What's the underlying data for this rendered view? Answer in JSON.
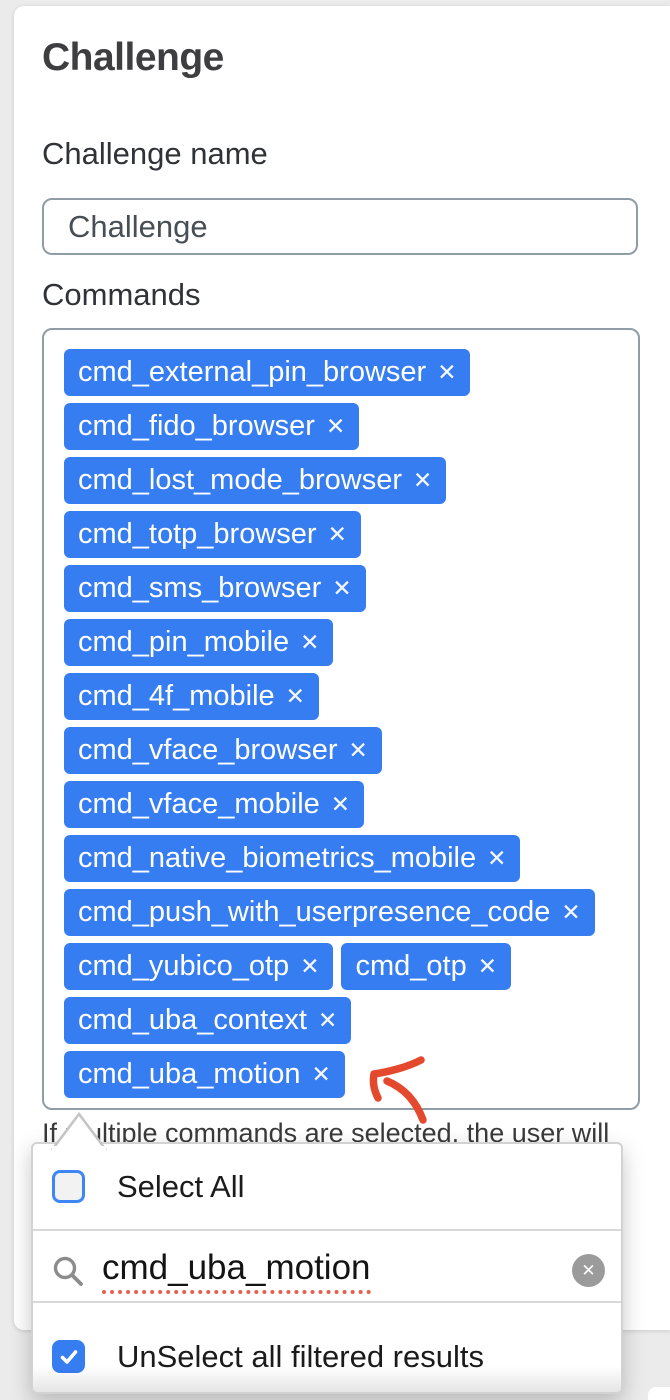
{
  "window": {
    "heading": "Challenge"
  },
  "form": {
    "name_label": "Challenge name",
    "name_value": "Challenge",
    "commands_label": "Commands",
    "remove_glyph": "✕",
    "commands_rows": [
      [
        "cmd_external_pin_browser"
      ],
      [
        "cmd_fido_browser"
      ],
      [
        "cmd_lost_mode_browser"
      ],
      [
        "cmd_totp_browser"
      ],
      [
        "cmd_sms_browser"
      ],
      [
        "cmd_pin_mobile"
      ],
      [
        "cmd_4f_mobile"
      ],
      [
        "cmd_vface_browser"
      ],
      [
        "cmd_vface_mobile"
      ],
      [
        "cmd_native_biometrics_mobile"
      ],
      [
        "cmd_push_with_userpresence_code"
      ],
      [
        "cmd_yubico_otp",
        "cmd_otp"
      ],
      [
        "cmd_uba_context"
      ],
      [
        "cmd_uba_motion"
      ]
    ],
    "helper_text": "If multiple commands are selected, the user will"
  },
  "dropdown": {
    "select_all_label": "Select All",
    "select_all_checked": false,
    "search_value": "cmd_uba_motion",
    "clear_glyph": "✕",
    "unselect_label": "UnSelect all filtered results",
    "unselect_checked": true
  },
  "colors": {
    "accent": "#377df2",
    "input_border": "#8f9da6",
    "annotation_arrow": "#e5492d"
  }
}
